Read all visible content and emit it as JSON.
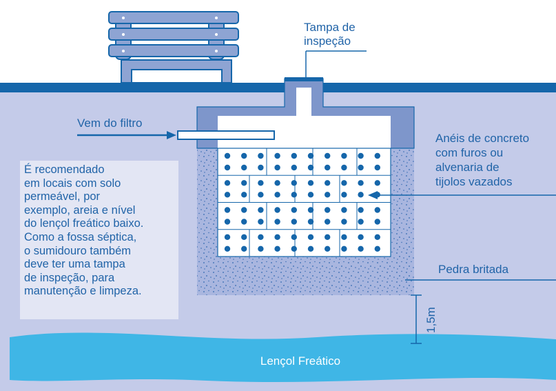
{
  "labels": {
    "inspection_cover": [
      "Tampa de",
      "inspeção"
    ],
    "from_filter": "Vem do filtro",
    "rings": [
      "Anéis de concreto",
      "com furos ou",
      "alvenaria de",
      "tijolos vazados"
    ],
    "gravel": "Pedra britada",
    "depth": "1,5m",
    "water_table": "Lençol Freático"
  },
  "note": "É recomendado\nem locais com solo\npermeável, por\nexemplo, areia e nível\ndo lençol freático baixo.\nComo a fossa séptica,\no sumidouro também\ndeve ter uma tampa\nde inspeção, para\nmanutenção e limpeza.",
  "colors": {
    "ground": "#c4cbe9",
    "surface_band": "#1566aa",
    "structure": "#7e96cb",
    "gravel": "#a7b4de",
    "water": "#3fb6e6",
    "accent_text": "#2164a8",
    "note_bg": "#e3e6f4"
  }
}
